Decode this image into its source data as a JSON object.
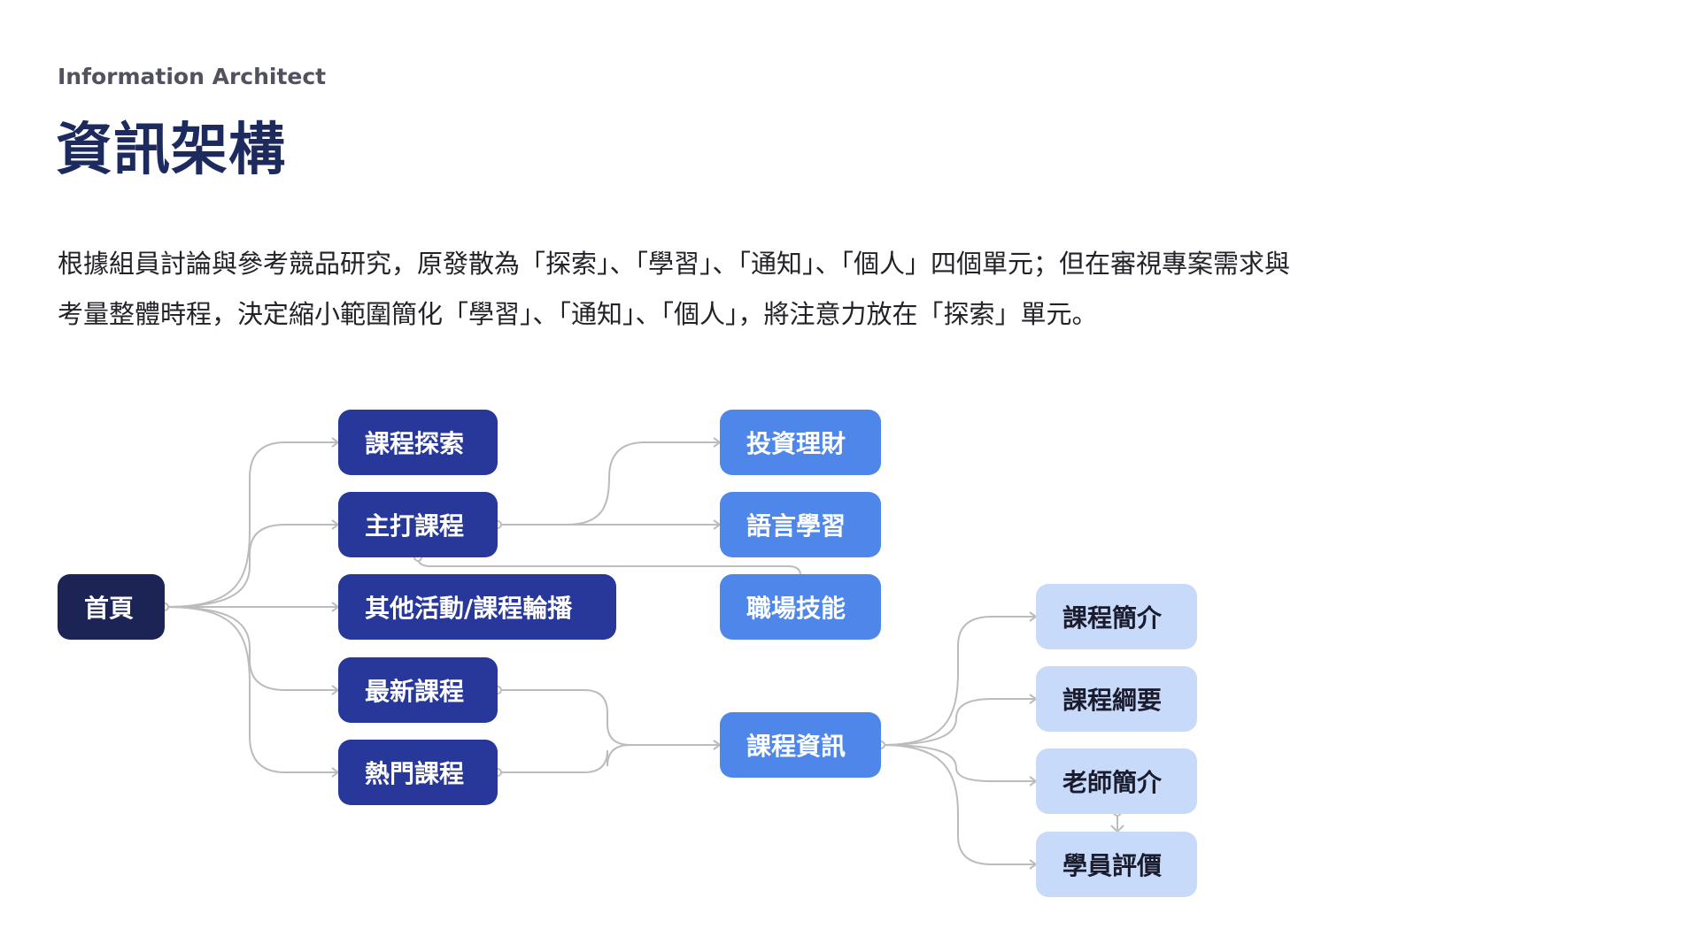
{
  "header": {
    "subtitle": "Information Architect",
    "title": "資訊架構"
  },
  "description": {
    "line1": "根據組員討論與參考競品研究，原發散為「探索」、「學習」、「通知」、「個人」四個單元；但在審視專案需求與",
    "line2": "考量整體時程，決定縮小範圍簡化「學習」、「通知」、「個人」，將注意力放在「探索」單元。"
  },
  "diagram": {
    "root": "首頁",
    "level1": [
      "課程探索",
      "主打課程",
      "其他活動/課程輪播",
      "最新課程",
      "熱門課程"
    ],
    "level2": [
      "投資理財",
      "語言學習",
      "職場技能",
      "課程資訊"
    ],
    "level3": [
      "課程簡介",
      "課程綱要",
      "老師簡介",
      "學員評價"
    ],
    "colors": {
      "root": "#1c2456",
      "level1": "#28389a",
      "level2": "#4f86ea",
      "level3": "#c8dafa",
      "connector": "#bcbcbc"
    }
  }
}
